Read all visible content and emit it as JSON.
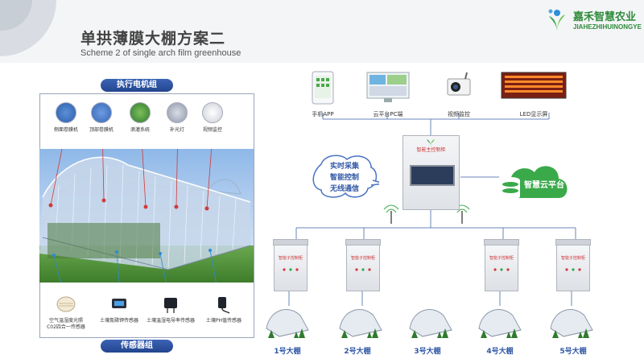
{
  "header": {
    "title": "单拱薄膜大棚方案二",
    "subtitle": "Scheme 2 of single arch film greenhouse"
  },
  "logo": {
    "name_cn": "嘉禾智慧农业",
    "name_en": "JIAHEZHIHUINONGYE"
  },
  "left": {
    "actuator_group": "执行电机组",
    "sensor_group": "传感器组",
    "actuators": [
      {
        "label": "侧面卷膜机",
        "icon": "side-roller-icon"
      },
      {
        "label": "顶部卷膜机",
        "icon": "top-roller-icon"
      },
      {
        "label": "滴灌系统",
        "icon": "drip-irrigation-icon"
      },
      {
        "label": "补光灯",
        "icon": "grow-light-icon"
      },
      {
        "label": "视频监控",
        "icon": "camera-icon"
      }
    ],
    "sensors": [
      {
        "label": "空气温湿度光照\nC02四合一传感器",
        "icon": "air-sensor-icon"
      },
      {
        "label": "土壤氮磷钾传感器",
        "icon": "npk-sensor-icon"
      },
      {
        "label": "土壤温湿电导率传感器",
        "icon": "soil-ec-sensor-icon"
      },
      {
        "label": "土壤PH值传感器",
        "icon": "ph-sensor-icon"
      }
    ]
  },
  "right": {
    "top_items": [
      {
        "label": "手机APP",
        "icon": "phone-app-icon"
      },
      {
        "label": "云平台PC端",
        "icon": "pc-platform-icon"
      },
      {
        "label": "视频监控",
        "icon": "camera-icon"
      },
      {
        "label": "LED显示屏",
        "icon": "led-screen-icon"
      }
    ],
    "bubble_lines": [
      "实时采集",
      "智能控制",
      "无线通信"
    ],
    "cabinet_title": "智能主控制柜",
    "cloud_label": "智慧云平台",
    "node_title": "智能子控制柜",
    "greenhouses": [
      "1号大棚",
      "2号大棚",
      "3号大棚",
      "4号大棚",
      "5号大棚"
    ]
  },
  "colors": {
    "accent_blue": "#2f57a5",
    "brand_green": "#2e8b3a",
    "cloud_green": "#3aa94a"
  }
}
